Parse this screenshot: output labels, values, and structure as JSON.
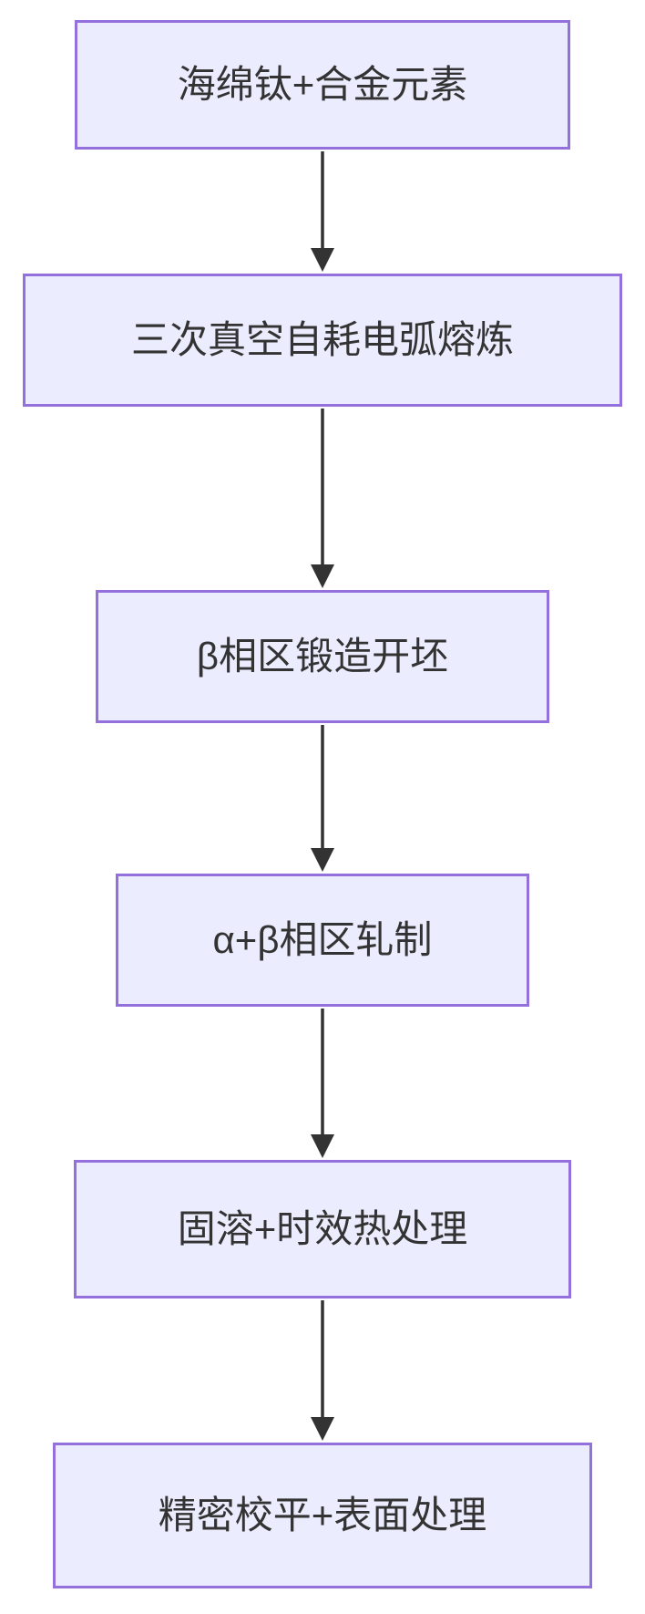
{
  "diagram": {
    "type": "flowchart",
    "direction": "top-down",
    "colors": {
      "node_fill": "#ECECFF",
      "node_border": "#9370DB",
      "text": "#333333",
      "arrow": "#333333",
      "background": "#ffffff"
    },
    "nodes": [
      {
        "id": "n1",
        "label": "海绵钛+合金元素"
      },
      {
        "id": "n2",
        "label": "三次真空自耗电弧熔炼"
      },
      {
        "id": "n3",
        "label": "β相区锻造开坯"
      },
      {
        "id": "n4",
        "label": "α+β相区轧制"
      },
      {
        "id": "n5",
        "label": "固溶+时效热处理"
      },
      {
        "id": "n6",
        "label": "精密校平+表面处理"
      }
    ],
    "edges": [
      {
        "from": "n1",
        "to": "n2"
      },
      {
        "from": "n2",
        "to": "n3"
      },
      {
        "from": "n3",
        "to": "n4"
      },
      {
        "from": "n4",
        "to": "n5"
      },
      {
        "from": "n5",
        "to": "n6"
      }
    ]
  }
}
